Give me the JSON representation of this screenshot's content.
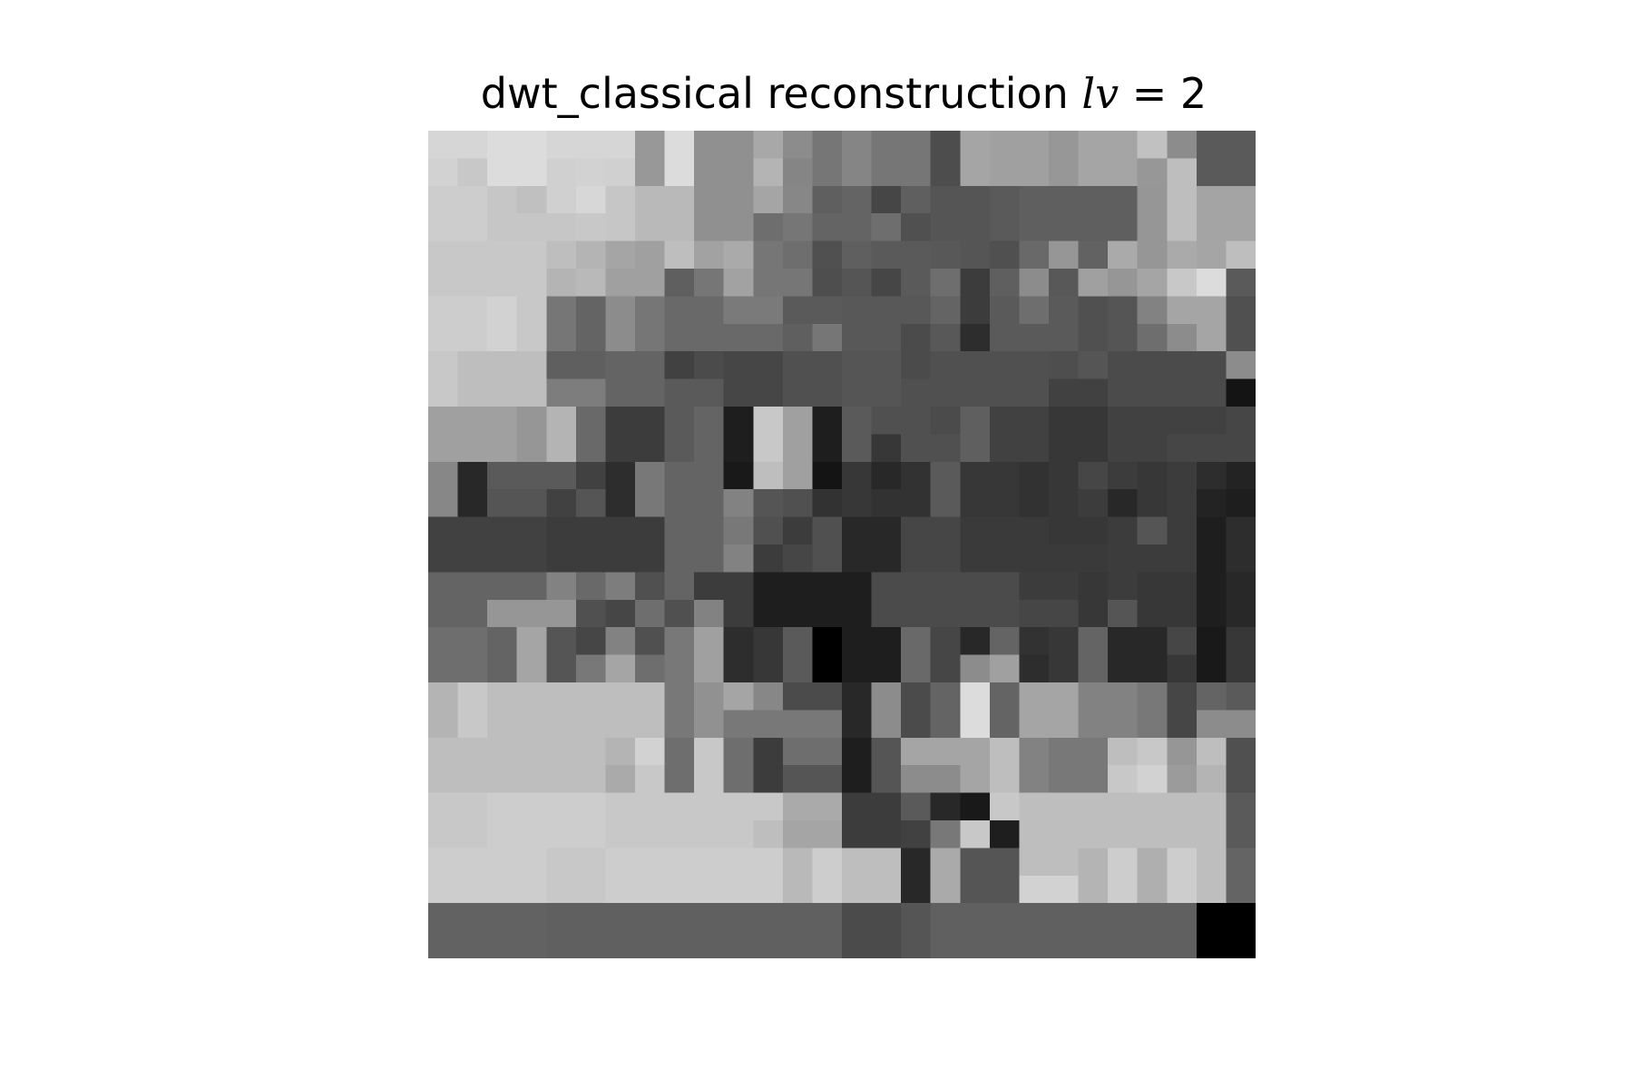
{
  "chart_data": {
    "type": "heatmap",
    "title_prefix": "dwt_classical reconstruction ",
    "title_var": "lv",
    "title_eq": " = ",
    "title_value": "2",
    "colormap": "gray",
    "axes_visible": false,
    "value_range": [
      0,
      255
    ],
    "rows": [
      [
        214,
        214,
        220,
        220,
        214,
        214,
        214,
        152,
        220,
        144,
        144,
        168,
        140,
        118,
        133,
        118,
        118,
        77,
        165,
        160,
        160,
        151,
        165,
        165,
        193,
        140,
        90,
        90
      ],
      [
        210,
        200,
        220,
        220,
        208,
        210,
        208,
        152,
        220,
        144,
        144,
        180,
        133,
        118,
        133,
        118,
        118,
        77,
        165,
        160,
        160,
        151,
        165,
        165,
        151,
        190,
        90,
        90
      ],
      [
        205,
        205,
        198,
        192,
        208,
        215,
        198,
        185,
        185,
        144,
        144,
        165,
        135,
        95,
        100,
        70,
        95,
        85,
        85,
        90,
        95,
        95,
        95,
        95,
        150,
        190,
        164,
        164
      ],
      [
        205,
        205,
        198,
        198,
        198,
        200,
        198,
        185,
        185,
        144,
        144,
        110,
        118,
        100,
        100,
        110,
        80,
        85,
        85,
        90,
        95,
        95,
        95,
        95,
        150,
        190,
        164,
        164
      ],
      [
        200,
        200,
        200,
        200,
        190,
        180,
        165,
        160,
        190,
        162,
        170,
        118,
        110,
        80,
        95,
        90,
        90,
        88,
        85,
        80,
        105,
        150,
        98,
        170,
        150,
        170,
        165,
        190
      ],
      [
        200,
        200,
        200,
        200,
        180,
        185,
        160,
        160,
        95,
        118,
        162,
        118,
        118,
        78,
        85,
        70,
        90,
        110,
        60,
        95,
        140,
        88,
        160,
        150,
        165,
        200,
        220,
        90
      ],
      [
        205,
        205,
        210,
        200,
        118,
        100,
        140,
        118,
        105,
        105,
        122,
        122,
        90,
        90,
        88,
        88,
        88,
        100,
        60,
        90,
        110,
        90,
        80,
        85,
        130,
        165,
        165,
        80
      ],
      [
        205,
        205,
        210,
        200,
        118,
        100,
        140,
        118,
        105,
        105,
        105,
        105,
        95,
        118,
        88,
        88,
        75,
        88,
        45,
        90,
        90,
        90,
        80,
        85,
        110,
        140,
        165,
        80
      ],
      [
        200,
        190,
        190,
        190,
        95,
        95,
        100,
        100,
        65,
        75,
        70,
        70,
        80,
        80,
        85,
        85,
        75,
        80,
        80,
        80,
        80,
        78,
        85,
        75,
        75,
        75,
        75,
        140
      ],
      [
        200,
        190,
        190,
        190,
        125,
        125,
        100,
        100,
        90,
        90,
        70,
        70,
        80,
        80,
        85,
        85,
        80,
        80,
        80,
        80,
        80,
        65,
        65,
        75,
        75,
        75,
        75,
        20
      ],
      [
        160,
        160,
        160,
        150,
        180,
        105,
        60,
        60,
        90,
        100,
        30,
        200,
        160,
        30,
        90,
        80,
        80,
        75,
        95,
        65,
        65,
        55,
        55,
        65,
        65,
        65,
        65,
        70
      ],
      [
        160,
        160,
        160,
        150,
        180,
        105,
        60,
        60,
        90,
        100,
        30,
        200,
        160,
        30,
        90,
        55,
        80,
        80,
        95,
        65,
        65,
        55,
        55,
        65,
        65,
        70,
        70,
        70
      ],
      [
        135,
        40,
        90,
        90,
        90,
        65,
        45,
        120,
        100,
        100,
        25,
        190,
        160,
        20,
        55,
        40,
        50,
        90,
        55,
        55,
        50,
        55,
        70,
        60,
        55,
        60,
        45,
        35
      ],
      [
        135,
        40,
        85,
        85,
        65,
        85,
        45,
        120,
        100,
        100,
        130,
        85,
        80,
        50,
        55,
        50,
        50,
        90,
        55,
        55,
        50,
        55,
        60,
        40,
        55,
        60,
        35,
        30
      ],
      [
        65,
        65,
        65,
        65,
        60,
        60,
        60,
        60,
        100,
        100,
        120,
        80,
        60,
        80,
        40,
        40,
        70,
        70,
        58,
        58,
        58,
        55,
        55,
        60,
        85,
        60,
        30,
        45
      ],
      [
        65,
        65,
        65,
        65,
        60,
        60,
        60,
        60,
        100,
        100,
        130,
        60,
        70,
        80,
        40,
        40,
        70,
        70,
        58,
        58,
        58,
        58,
        58,
        60,
        60,
        60,
        30,
        45
      ],
      [
        100,
        100,
        100,
        100,
        130,
        105,
        125,
        80,
        100,
        60,
        60,
        30,
        30,
        30,
        30,
        75,
        75,
        75,
        75,
        75,
        60,
        60,
        55,
        60,
        55,
        55,
        30,
        40
      ],
      [
        100,
        100,
        150,
        150,
        150,
        80,
        70,
        110,
        80,
        130,
        60,
        30,
        30,
        30,
        30,
        75,
        75,
        75,
        75,
        75,
        70,
        70,
        55,
        85,
        55,
        55,
        30,
        40
      ],
      [
        110,
        110,
        100,
        165,
        85,
        70,
        130,
        80,
        120,
        160,
        45,
        55,
        90,
        0,
        30,
        30,
        105,
        70,
        40,
        100,
        50,
        55,
        100,
        40,
        40,
        70,
        25,
        55
      ],
      [
        110,
        110,
        100,
        165,
        85,
        120,
        165,
        110,
        120,
        160,
        45,
        55,
        90,
        0,
        30,
        30,
        105,
        70,
        140,
        160,
        45,
        55,
        100,
        40,
        40,
        55,
        25,
        55
      ],
      [
        180,
        200,
        190,
        190,
        190,
        190,
        190,
        190,
        120,
        145,
        165,
        135,
        75,
        75,
        40,
        140,
        75,
        100,
        220,
        100,
        165,
        165,
        130,
        130,
        120,
        70,
        100,
        90
      ],
      [
        180,
        200,
        190,
        190,
        190,
        190,
        190,
        190,
        120,
        145,
        120,
        120,
        120,
        120,
        40,
        140,
        75,
        100,
        220,
        100,
        165,
        165,
        130,
        130,
        120,
        70,
        140,
        140
      ],
      [
        190,
        190,
        190,
        190,
        190,
        190,
        180,
        210,
        110,
        200,
        110,
        60,
        110,
        110,
        30,
        85,
        165,
        165,
        165,
        190,
        130,
        120,
        120,
        190,
        200,
        150,
        190,
        80
      ],
      [
        190,
        190,
        190,
        190,
        190,
        190,
        170,
        200,
        110,
        200,
        110,
        60,
        85,
        85,
        30,
        85,
        140,
        140,
        165,
        190,
        130,
        120,
        120,
        200,
        210,
        155,
        180,
        80
      ],
      [
        200,
        200,
        205,
        205,
        205,
        205,
        200,
        200,
        200,
        200,
        200,
        200,
        170,
        170,
        60,
        60,
        90,
        40,
        25,
        200,
        190,
        190,
        190,
        190,
        190,
        190,
        190,
        90
      ],
      [
        200,
        200,
        205,
        205,
        205,
        205,
        200,
        200,
        200,
        200,
        200,
        190,
        165,
        165,
        60,
        60,
        65,
        120,
        200,
        30,
        190,
        190,
        190,
        190,
        190,
        190,
        190,
        90
      ],
      [
        205,
        205,
        205,
        205,
        200,
        200,
        205,
        205,
        205,
        205,
        205,
        205,
        185,
        205,
        190,
        190,
        40,
        170,
        85,
        85,
        190,
        190,
        180,
        205,
        175,
        205,
        190,
        100
      ],
      [
        205,
        205,
        205,
        205,
        200,
        200,
        205,
        205,
        205,
        205,
        205,
        205,
        185,
        205,
        190,
        190,
        40,
        170,
        85,
        85,
        210,
        210,
        180,
        205,
        175,
        205,
        190,
        100
      ],
      [
        98,
        98,
        98,
        98,
        96,
        96,
        96,
        96,
        96,
        96,
        96,
        96,
        96,
        96,
        75,
        75,
        85,
        96,
        96,
        96,
        96,
        96,
        96,
        96,
        96,
        96,
        0,
        0
      ],
      [
        98,
        98,
        98,
        98,
        96,
        96,
        96,
        96,
        96,
        96,
        96,
        96,
        96,
        96,
        75,
        75,
        85,
        96,
        96,
        96,
        96,
        96,
        96,
        96,
        96,
        96,
        0,
        0
      ]
    ]
  }
}
